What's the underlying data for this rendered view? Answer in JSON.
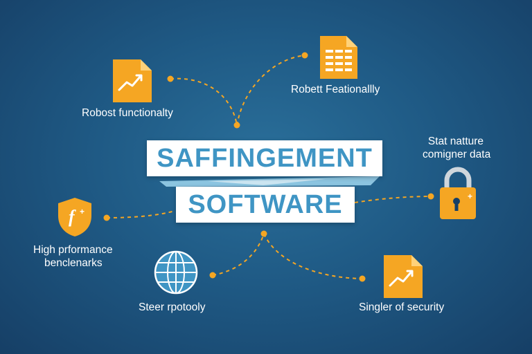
{
  "title": {
    "line1": "SAFFINGEMENT",
    "line2": "SOFTWARE"
  },
  "nodes": [
    {
      "label": "Robost functionalty",
      "icon": "chart-document-icon"
    },
    {
      "label": "Robett Feationallly",
      "icon": "spreadsheet-document-icon"
    },
    {
      "label": "Stat natture",
      "label2": "comigner data",
      "icon": "padlock-icon"
    },
    {
      "label": "High prformance",
      "label2": "benclenarks",
      "icon": "shield-icon",
      "icon_text": "f"
    },
    {
      "label": "Steer rpotooly",
      "icon": "globe-icon"
    },
    {
      "label": "Singler of security",
      "icon": "chart-document-icon"
    }
  ],
  "colors": {
    "background": "#1f5a85",
    "accent": "#f5a623",
    "title_text": "#3f95c4",
    "globe": "#3f95c4"
  }
}
